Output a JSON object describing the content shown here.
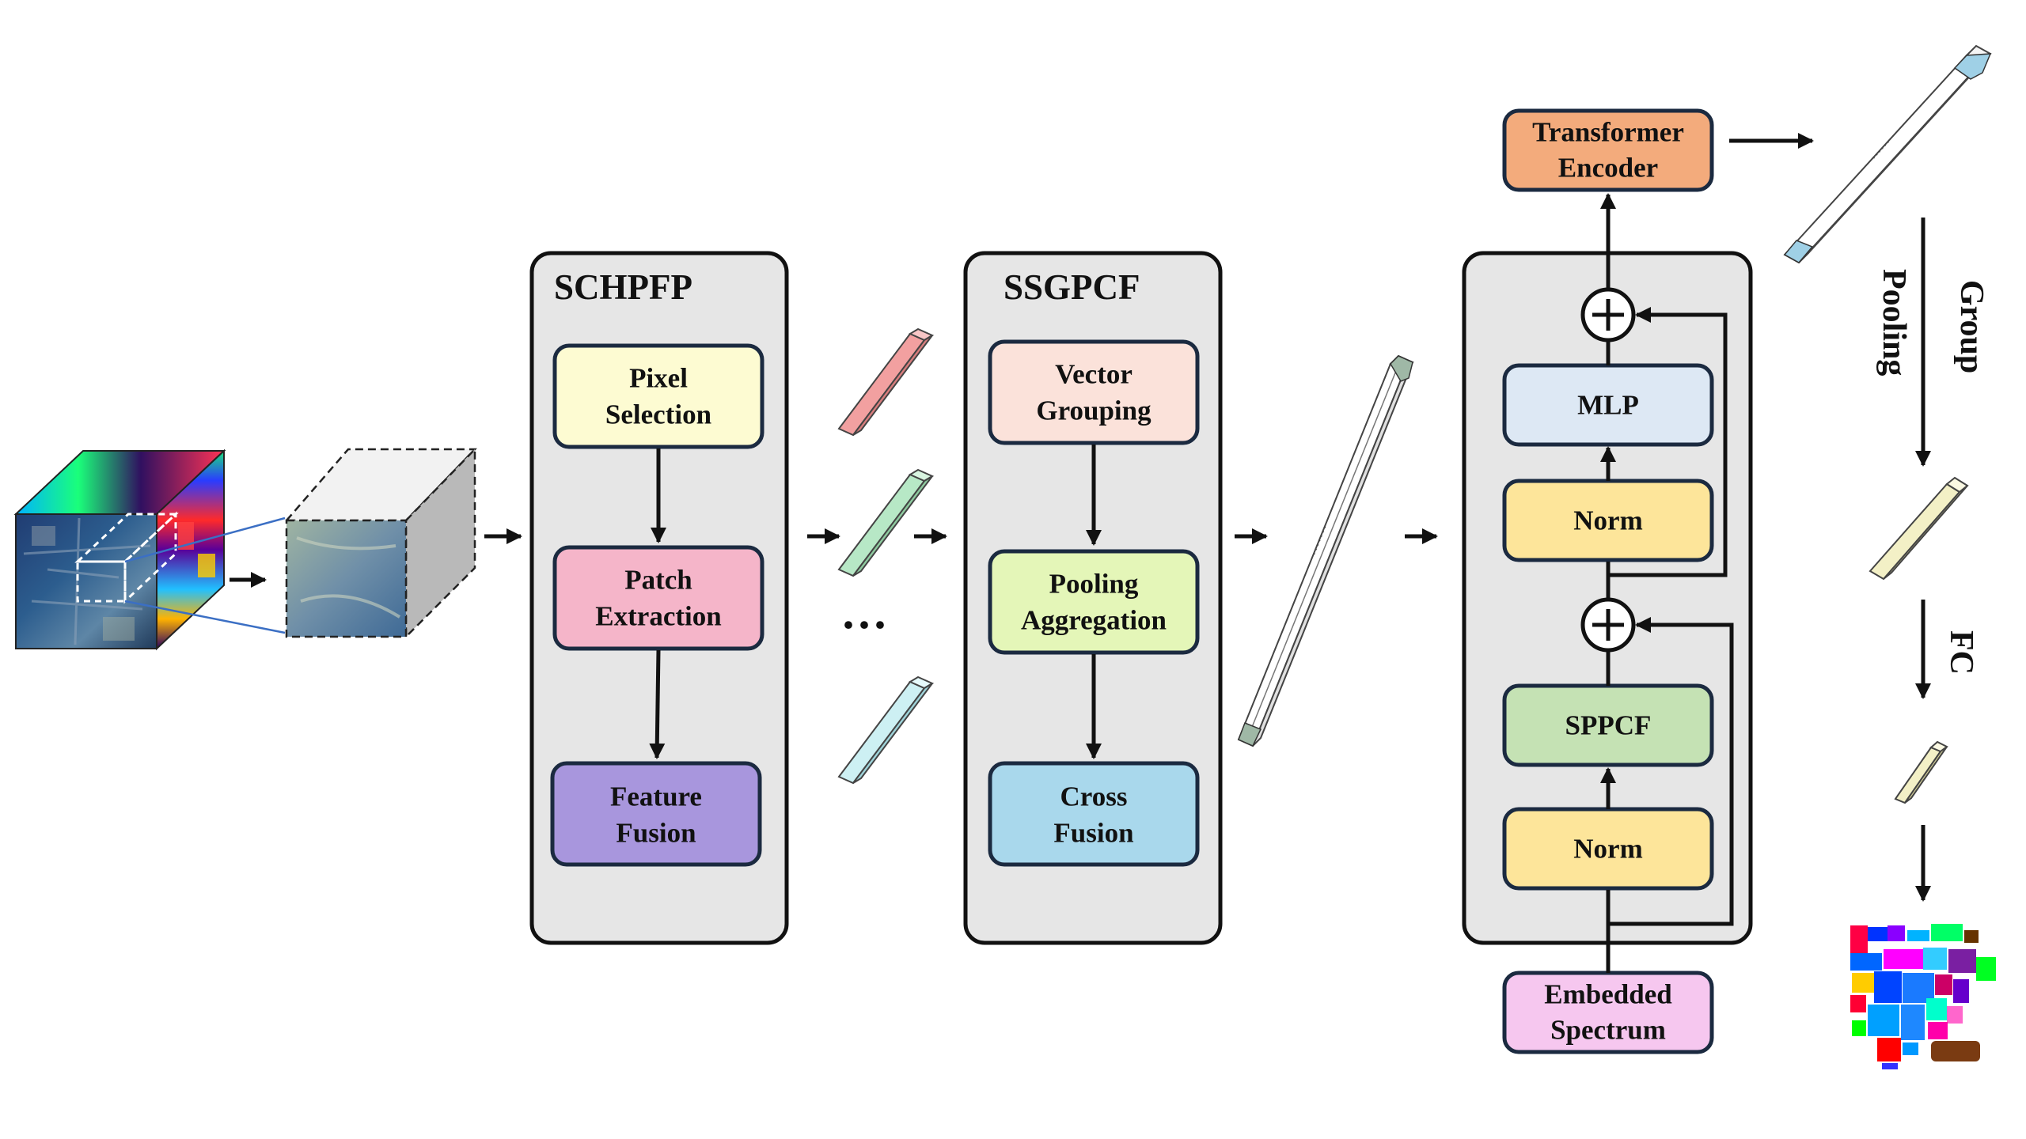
{
  "schpfp": {
    "title": "SCHPFP",
    "pixel_selection": [
      "Pixel",
      "Selection"
    ],
    "patch_extraction": [
      "Patch",
      "Extraction"
    ],
    "feature_fusion": [
      "Feature",
      "Fusion"
    ]
  },
  "ssgpcf": {
    "title": "SSGPCF",
    "vector_grouping": [
      "Vector",
      "Grouping"
    ],
    "pooling_aggregation": [
      "Pooling",
      "Aggregation"
    ],
    "cross_fusion": [
      "Cross",
      "Fusion"
    ]
  },
  "encoder_block": {
    "transformer_encoder": [
      "Transformer",
      "Encoder"
    ],
    "mlp": "MLP",
    "norm_top": "Norm",
    "sppcf": "SPPCF",
    "norm_bottom": "Norm",
    "embedded_spectrum": [
      "Embedded",
      "Spectrum"
    ],
    "plus_symbol": "+"
  },
  "ellipsis": "···",
  "right_labels": {
    "group": "Group",
    "pooling": "Pooling",
    "fc": "FC"
  },
  "colors": {
    "pixel_selection": "#fdfbd2",
    "patch_extraction": "#f5b5c9",
    "feature_fusion": "#a896dd",
    "vector_grouping": "#fbe2da",
    "pooling_aggregation": "#e4f6b8",
    "cross_fusion": "#a9d8ec",
    "transformer_encoder": "#f3ab7c",
    "mlp": "#dde8f4",
    "norm": "#fde59a",
    "sppcf": "#c5e2b4",
    "embedded_spectrum": "#f6c7ef",
    "panel": "#e6e6e6",
    "rod_red": "#f2a0a0",
    "rod_green": "#b7e8c6",
    "rod_cyan": "#cdf0f3",
    "rod_cream": "#f3f0c6"
  }
}
